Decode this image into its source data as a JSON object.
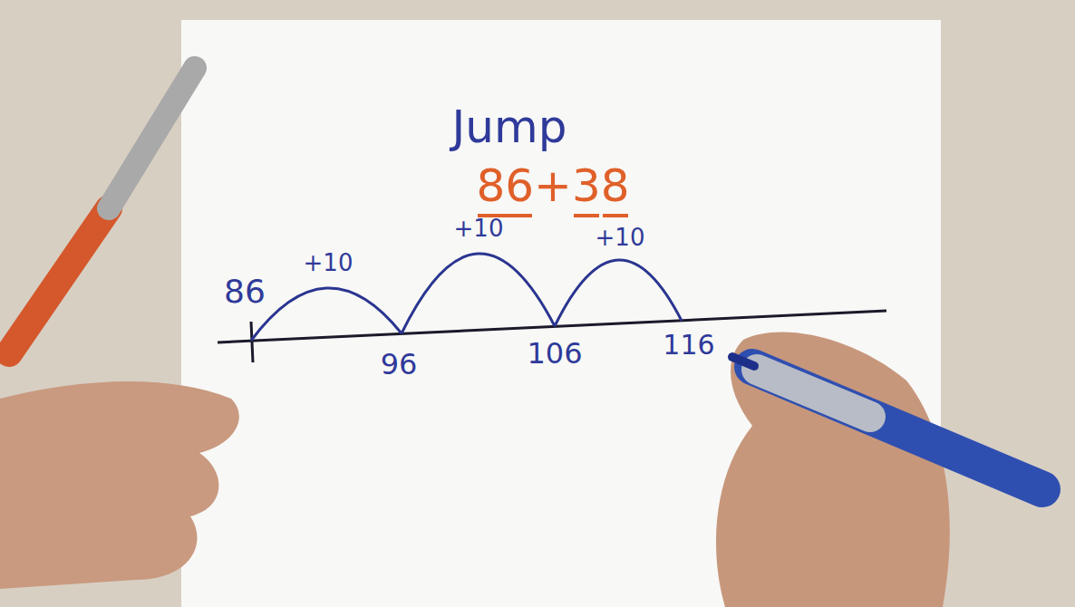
{
  "diagram": {
    "title": "Jump",
    "labels": [
      "86+38",
      "86",
      "+10",
      "+10",
      "+10",
      "96",
      "106",
      "116"
    ]
  }
}
